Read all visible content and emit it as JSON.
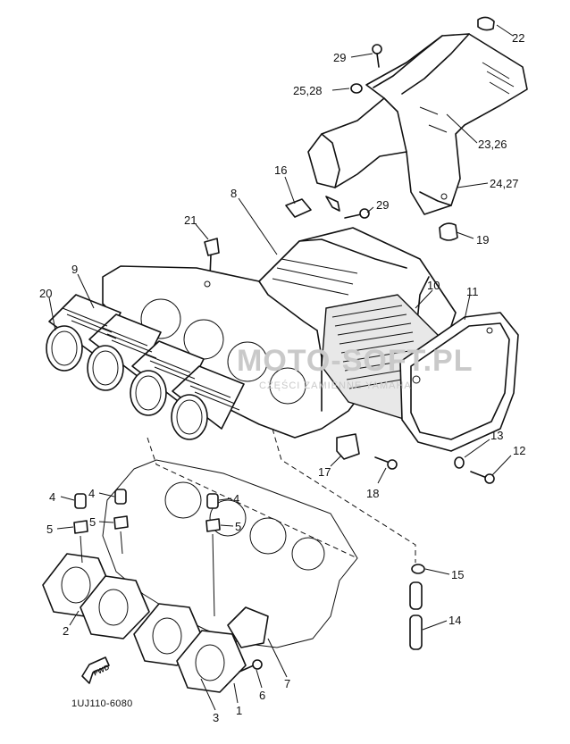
{
  "diagram": {
    "drawing_code": "1UJ110-6080",
    "fwd_label": "FWD",
    "watermark": {
      "main": "MOTO-SOFT.PL",
      "sub": "CZĘŚCI ZAMIENNE YAMAHA"
    },
    "callouts": {
      "p1": "1",
      "p2": "2",
      "p3": "3",
      "p4a": "4",
      "p4b": "4",
      "p4c": "4",
      "p5a": "5",
      "p5b": "5",
      "p5c": "5",
      "p6": "6",
      "p7": "7",
      "p8": "8",
      "p9": "9",
      "p10": "10",
      "p11": "11",
      "p12": "12",
      "p13": "13",
      "p14": "14",
      "p15": "15",
      "p16": "16",
      "p17": "17",
      "p18": "18",
      "p19": "19",
      "p20": "20",
      "p21": "21",
      "p22": "22",
      "p23_26": "23,26",
      "p24_27": "24,27",
      "p25_28": "25,28",
      "p29a": "29",
      "p29b": "29"
    }
  }
}
